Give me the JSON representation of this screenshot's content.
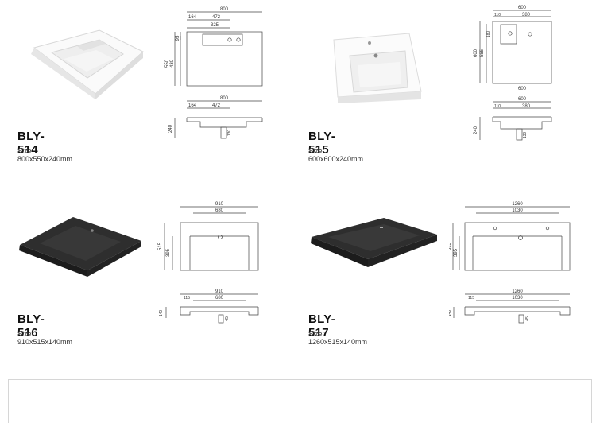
{
  "products": [
    {
      "model": "BLY-514",
      "size_text": "Size: 800x550x240mm",
      "finish": "white",
      "top_view": {
        "w": "800",
        "d1": "164",
        "d2": "472",
        "d3": "325",
        "h1": "550",
        "h2": "430",
        "h3": "95"
      },
      "side_view": {
        "w": "800",
        "d1": "164",
        "d2": "472",
        "h1": "240",
        "h2": "130"
      }
    },
    {
      "model": "BLY-515",
      "size_text": "Size: 600x600x240mm",
      "finish": "white",
      "top_view": {
        "w": "600",
        "d1": "110",
        "d2": "380",
        "h1": "600",
        "h2": "555",
        "h3": "180",
        "bottom": "600"
      },
      "side_view": {
        "w": "600",
        "d1": "110",
        "d2": "380",
        "h1": "240",
        "h2": "130"
      }
    },
    {
      "model": "BLY-516",
      "size_text": "Size: 910x515x140mm",
      "finish": "black",
      "top_view": {
        "w": "910",
        "d1": "680",
        "h1": "515",
        "h2": "395"
      },
      "side_view": {
        "w": "910",
        "d1": "680",
        "d2": "115",
        "h1": "140",
        "h2": "45"
      }
    },
    {
      "model": "BLY-517",
      "size_text": "Size: 1260x515x140mm",
      "finish": "black",
      "top_view": {
        "w": "1260",
        "d1": "1030",
        "h1": "515",
        "h2": "395"
      },
      "side_view": {
        "w": "1260",
        "d1": "1030",
        "d2": "115",
        "h1": "140",
        "h2": "45"
      }
    }
  ],
  "colors": {
    "line": "#444444",
    "white_basin": "#f2f2f2",
    "black_basin": "#2a2a2a"
  }
}
